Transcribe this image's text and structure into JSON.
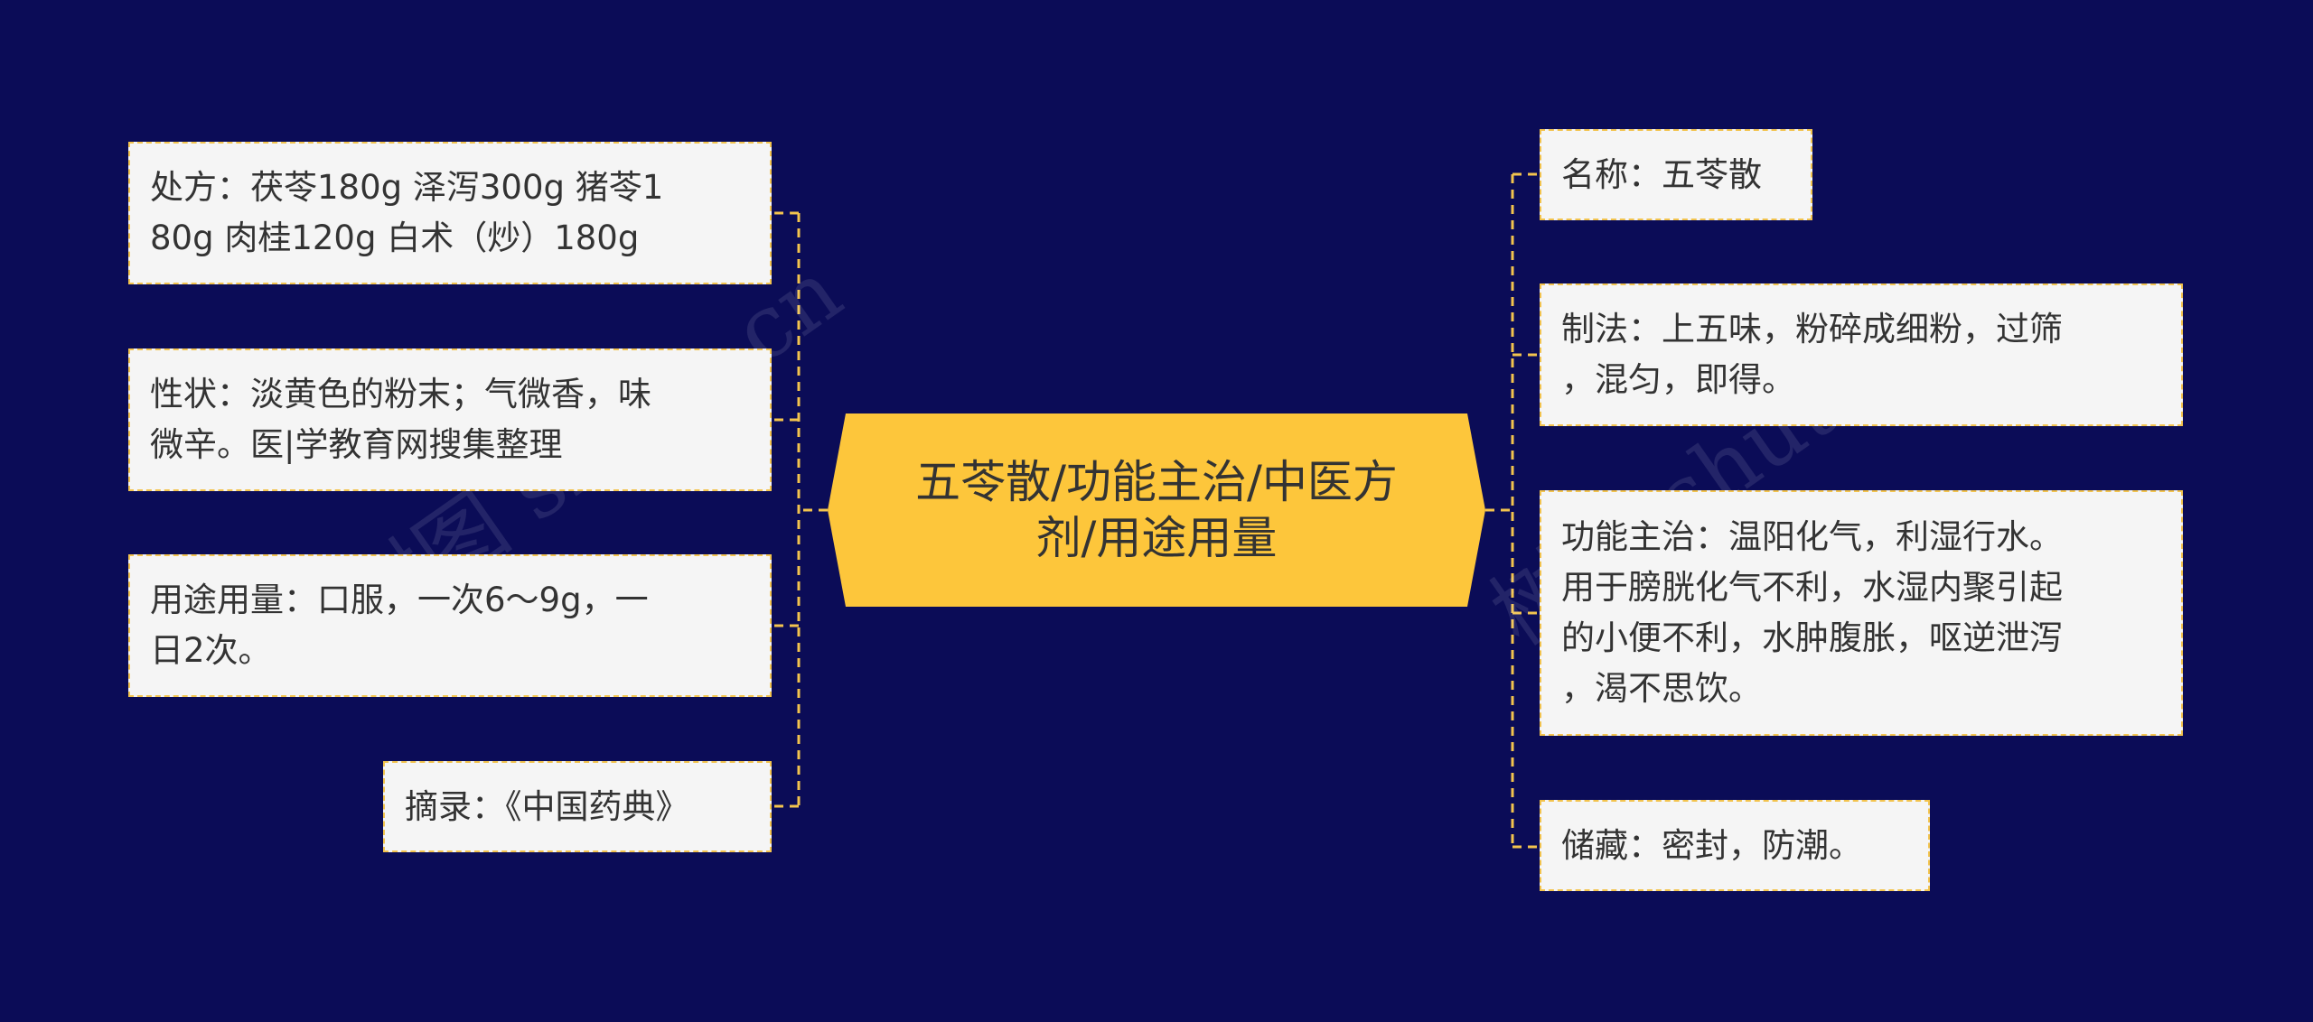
{
  "center": {
    "label": "五苓散/功能主治/中医方\n剂/用途用量"
  },
  "left_nodes": [
    {
      "text": "处方：茯苓180g 泽泻300g 猪苓1\n80g 肉桂120g 白术（炒）180g"
    },
    {
      "text": "性状：淡黄色的粉末；气微香，味\n微辛。医|学教育网搜集整理"
    },
    {
      "text": "用途用量：口服，一次6～9g，一\n日2次。"
    },
    {
      "text": "摘录：《中国药典》"
    }
  ],
  "right_nodes": [
    {
      "text": "名称：五苓散"
    },
    {
      "text": "制法：上五味，粉碎成细粉，过筛\n，混匀，即得。"
    },
    {
      "text": "功能主治：温阳化气，利湿行水。\n用于膀胱化气不利，水湿内聚引起\n的小便不利，水肿腹胀，呕逆泄泻\n，渴不思饮。"
    },
    {
      "text": "储藏：密封，防潮。"
    }
  ],
  "watermark": "树图 shutu.cn",
  "colors": {
    "background": "#0b0c57",
    "center_fill": "#fdc63b",
    "node_fill": "#f5f5f5",
    "connector": "#f3c44e",
    "text": "#333333"
  }
}
